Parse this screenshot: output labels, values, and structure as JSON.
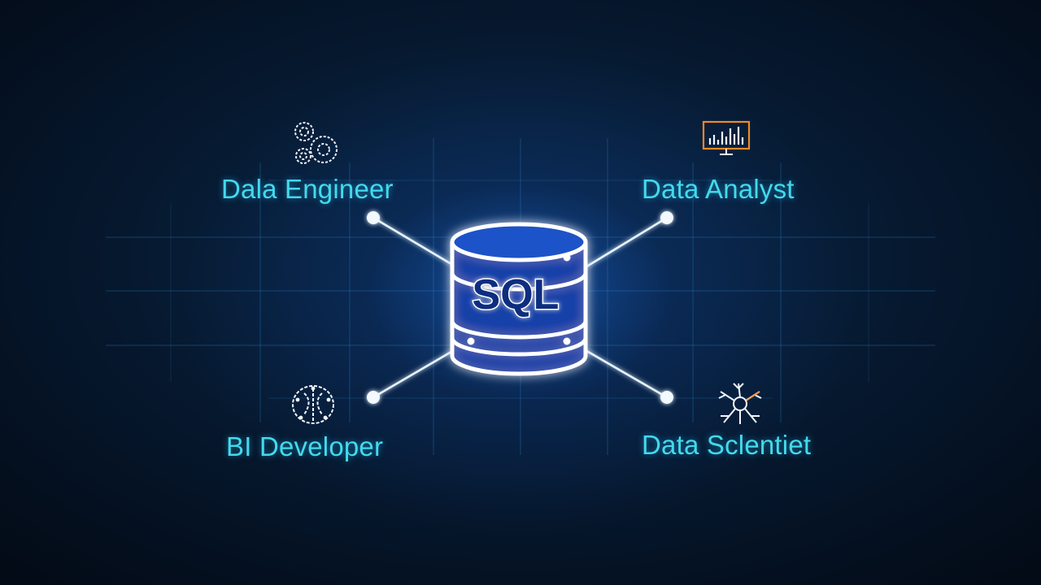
{
  "center": {
    "text": "SQL",
    "icon": "database-icon"
  },
  "roles": [
    {
      "id": "data-engineer",
      "label": "Dala Engineer",
      "icon": "gears-icon"
    },
    {
      "id": "data-analyst",
      "label": "Data Analyst",
      "icon": "monitor-chart-icon"
    },
    {
      "id": "bi-developer",
      "label": "BI  Developer",
      "icon": "brain-circuit-icon"
    },
    {
      "id": "data-scientist",
      "label": "Data Sclentiet",
      "icon": "neuron-icon"
    }
  ],
  "colors": {
    "background": "#04101f",
    "glow": "#1e6ee6",
    "label": "#43d9ee",
    "line": "#e6f4ff",
    "database": "#ffffff",
    "analyst_accent": "#f08a24"
  }
}
